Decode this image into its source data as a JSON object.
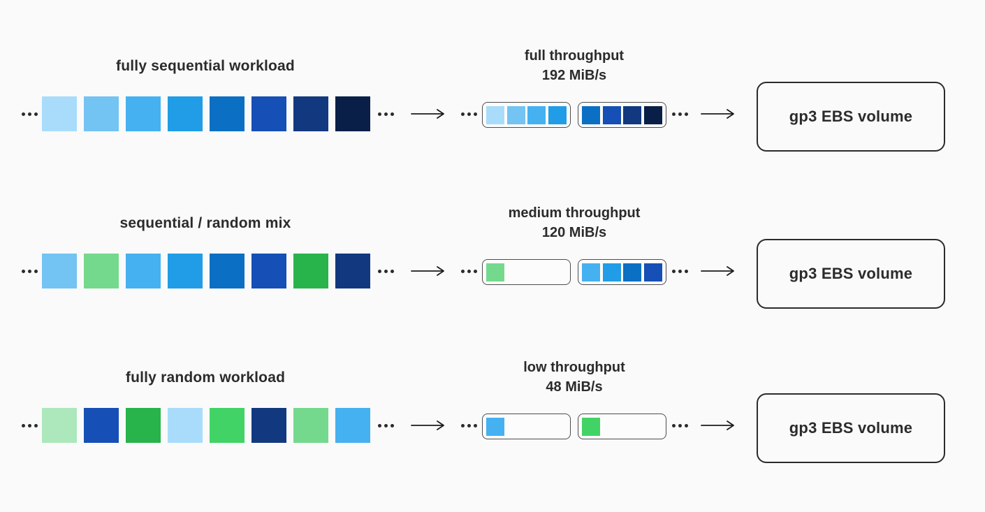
{
  "colors": {
    "page_background": "#FAFAFA",
    "text": "#2B2B2B",
    "batch_box_border": "#4D4D4D",
    "batch_box_background": "#FCFCFC",
    "arrow": "#1A1A1A",
    "gp3_border": "#2B2B2B"
  },
  "rows": [
    {
      "workload_label": "fully sequential workload",
      "throughput_label": "full throughput",
      "throughput_value": "192 MiB/s",
      "target_label": "gp3 EBS volume",
      "stream_colors": [
        "#A9DCFB",
        "#73C3F3",
        "#45B1F1",
        "#209DE6",
        "#0B6FC3",
        "#164FB5",
        "#12397F",
        "#0A1F48"
      ],
      "batches": [
        [
          "#A9DCFB",
          "#73C3F3",
          "#45B1F1",
          "#209DE6"
        ],
        [
          "#0B6FC3",
          "#164FB5",
          "#12397F",
          "#0A1F48"
        ]
      ]
    },
    {
      "workload_label": "sequential / random mix",
      "throughput_label": "medium throughput",
      "throughput_value": "120 MiB/s",
      "target_label": "gp3 EBS volume",
      "stream_colors": [
        "#73C3F3",
        "#75D98D",
        "#45B1F1",
        "#209DE6",
        "#0B6FC3",
        "#164FB5",
        "#28B34B",
        "#12397F"
      ],
      "batches": [
        [
          "#75D98D",
          null,
          null,
          null
        ],
        [
          "#45B1F1",
          "#209DE6",
          "#0B6FC3",
          "#164FB5"
        ]
      ]
    },
    {
      "workload_label": "fully random workload",
      "throughput_label": "low throughput",
      "throughput_value": "48 MiB/s",
      "target_label": "gp3 EBS volume",
      "stream_colors": [
        "#ACE8BB",
        "#164FB5",
        "#28B34B",
        "#A9DCFB",
        "#42D366",
        "#12397F",
        "#75D98D",
        "#45B1F1"
      ],
      "batches": [
        [
          "#45B1F1",
          null,
          null,
          null
        ],
        [
          "#42D366",
          null,
          null,
          null
        ]
      ]
    }
  ]
}
